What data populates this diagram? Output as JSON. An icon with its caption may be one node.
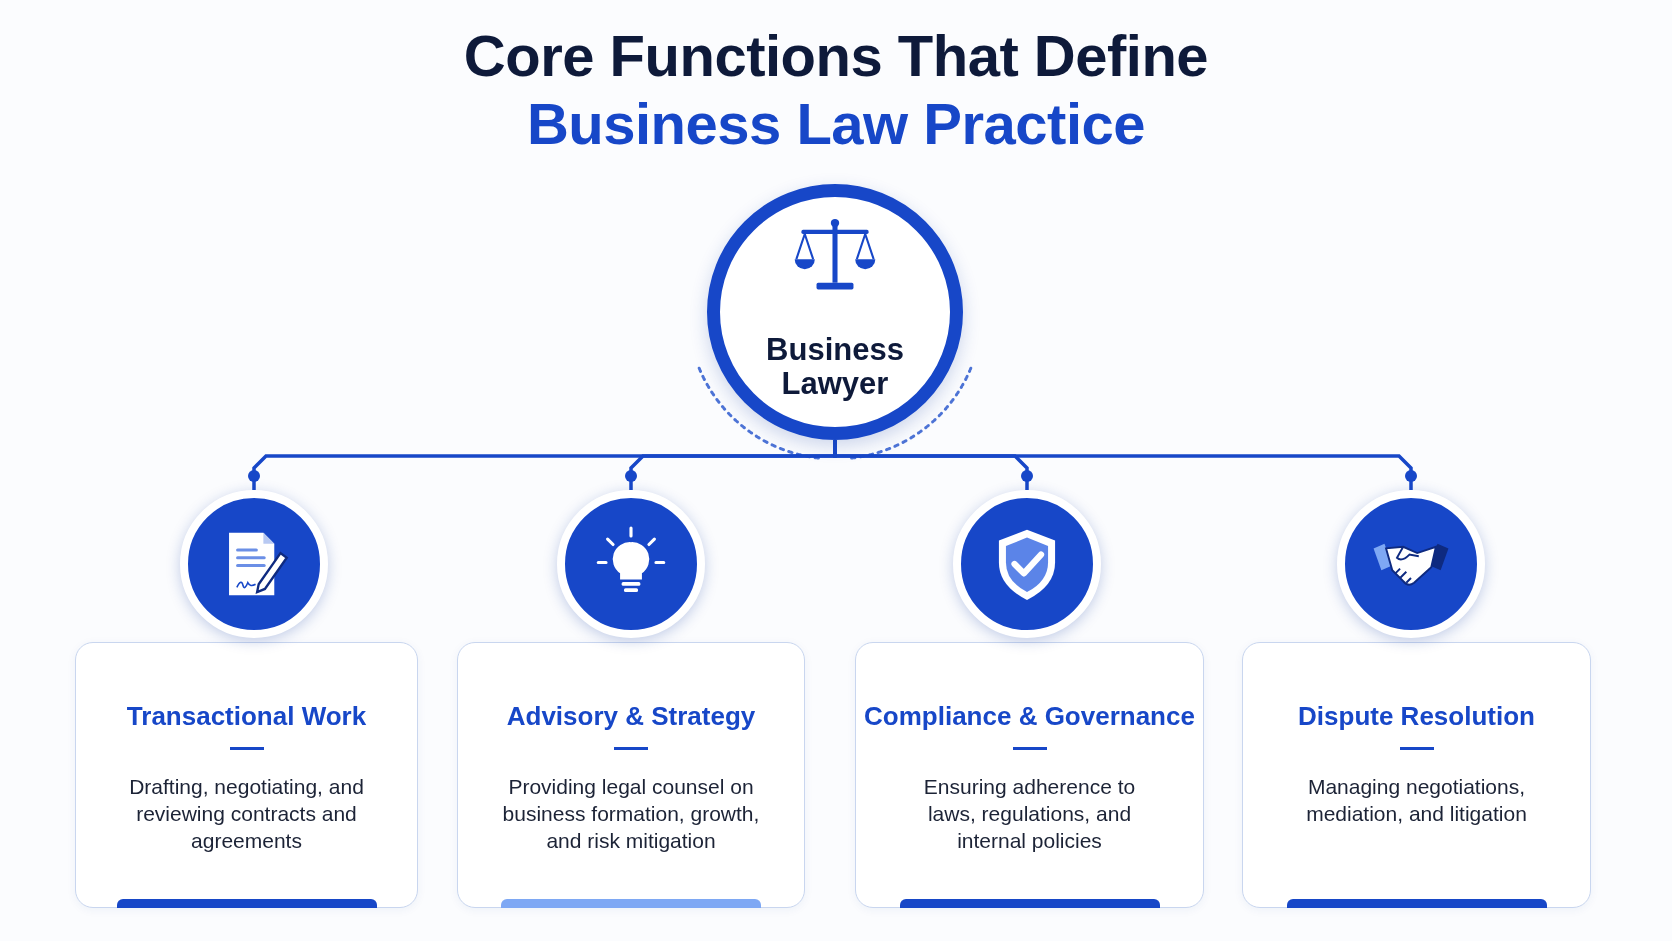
{
  "diagram": {
    "title": "Core Functions That Define *Business Law Practice*",
    "nodes": [
      {
        "text": [
          "Business Lawyer"
        ]
      },
      {
        "text": [],
        "shape": "circle"
      },
      {
        "text": [],
        "shape": "circle"
      },
      {
        "text": [],
        "shape": "circle"
      },
      {
        "text": [],
        "shape": "circle"
      },
      {
        "text": [
          "Transactional Work",
          "Drafting, negotiating, and reviewing contracts and agreements"
        ]
      },
      {
        "text": [
          "Advisory & Strategy",
          "Providing legal counsel on business formation, growth, and risk mitigation"
        ]
      },
      {
        "text": [
          "Compliance & Governance",
          "Ensuring adherence to laws, regulations, and internal policies"
        ]
      },
      {
        "text": [
          "Dispute Resolution",
          "Managing negotiations, mediation, and litigation"
        ]
      }
    ],
    "edges": [
      {
        "from": 0,
        "to": 1,
        "arrow": "other"
      },
      {
        "from": 0,
        "to": 2,
        "arrow": "other"
      },
      {
        "from": 0,
        "to": 3,
        "arrow": "other"
      },
      {
        "from": 0,
        "to": 4,
        "arrow": "other"
      }
    ]
  }
}
